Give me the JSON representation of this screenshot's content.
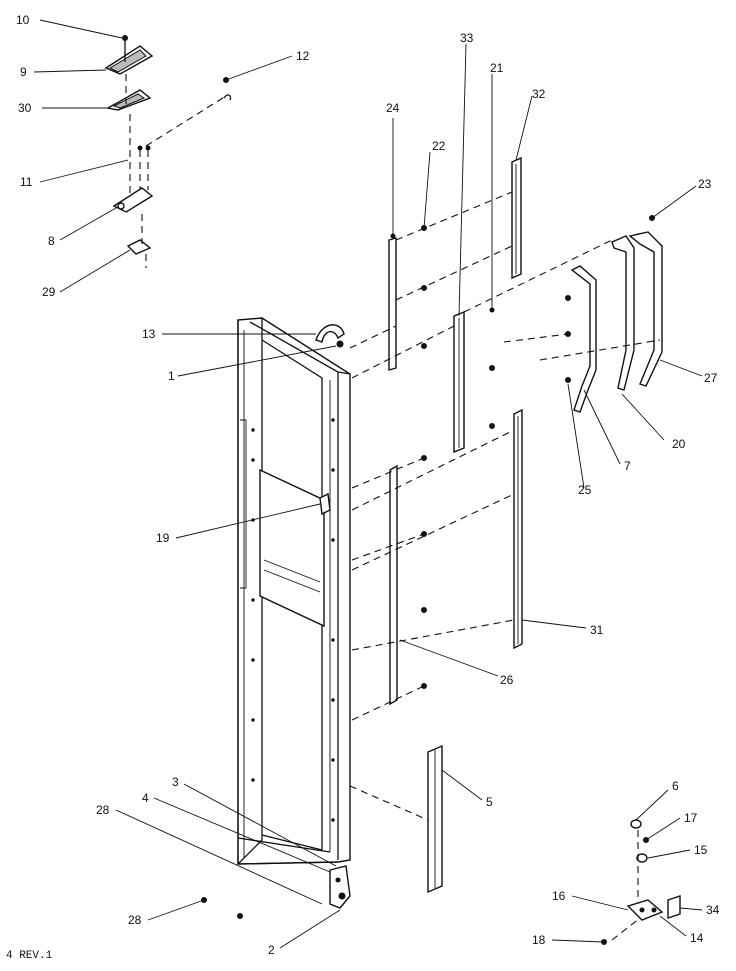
{
  "callouts": {
    "n1": "1",
    "n2": "2",
    "n3": "3",
    "n4": "4",
    "n5": "5",
    "n6": "6",
    "n7": "7",
    "n8": "8",
    "n9": "9",
    "n10": "10",
    "n11": "11",
    "n12": "12",
    "n13": "13",
    "n14": "14",
    "n15": "15",
    "n16": "16",
    "n17": "17",
    "n18": "18",
    "n19": "19",
    "n20": "20",
    "n21": "21",
    "n22": "22",
    "n23": "23",
    "n24": "24",
    "n25": "25",
    "n26": "26",
    "n27": "27",
    "n28a": "28",
    "n28b": "28",
    "n29": "29",
    "n30": "30",
    "n31": "31",
    "n32": "32",
    "n33": "33",
    "n34": "34"
  },
  "footer": {
    "revision": "4 REV.1"
  }
}
